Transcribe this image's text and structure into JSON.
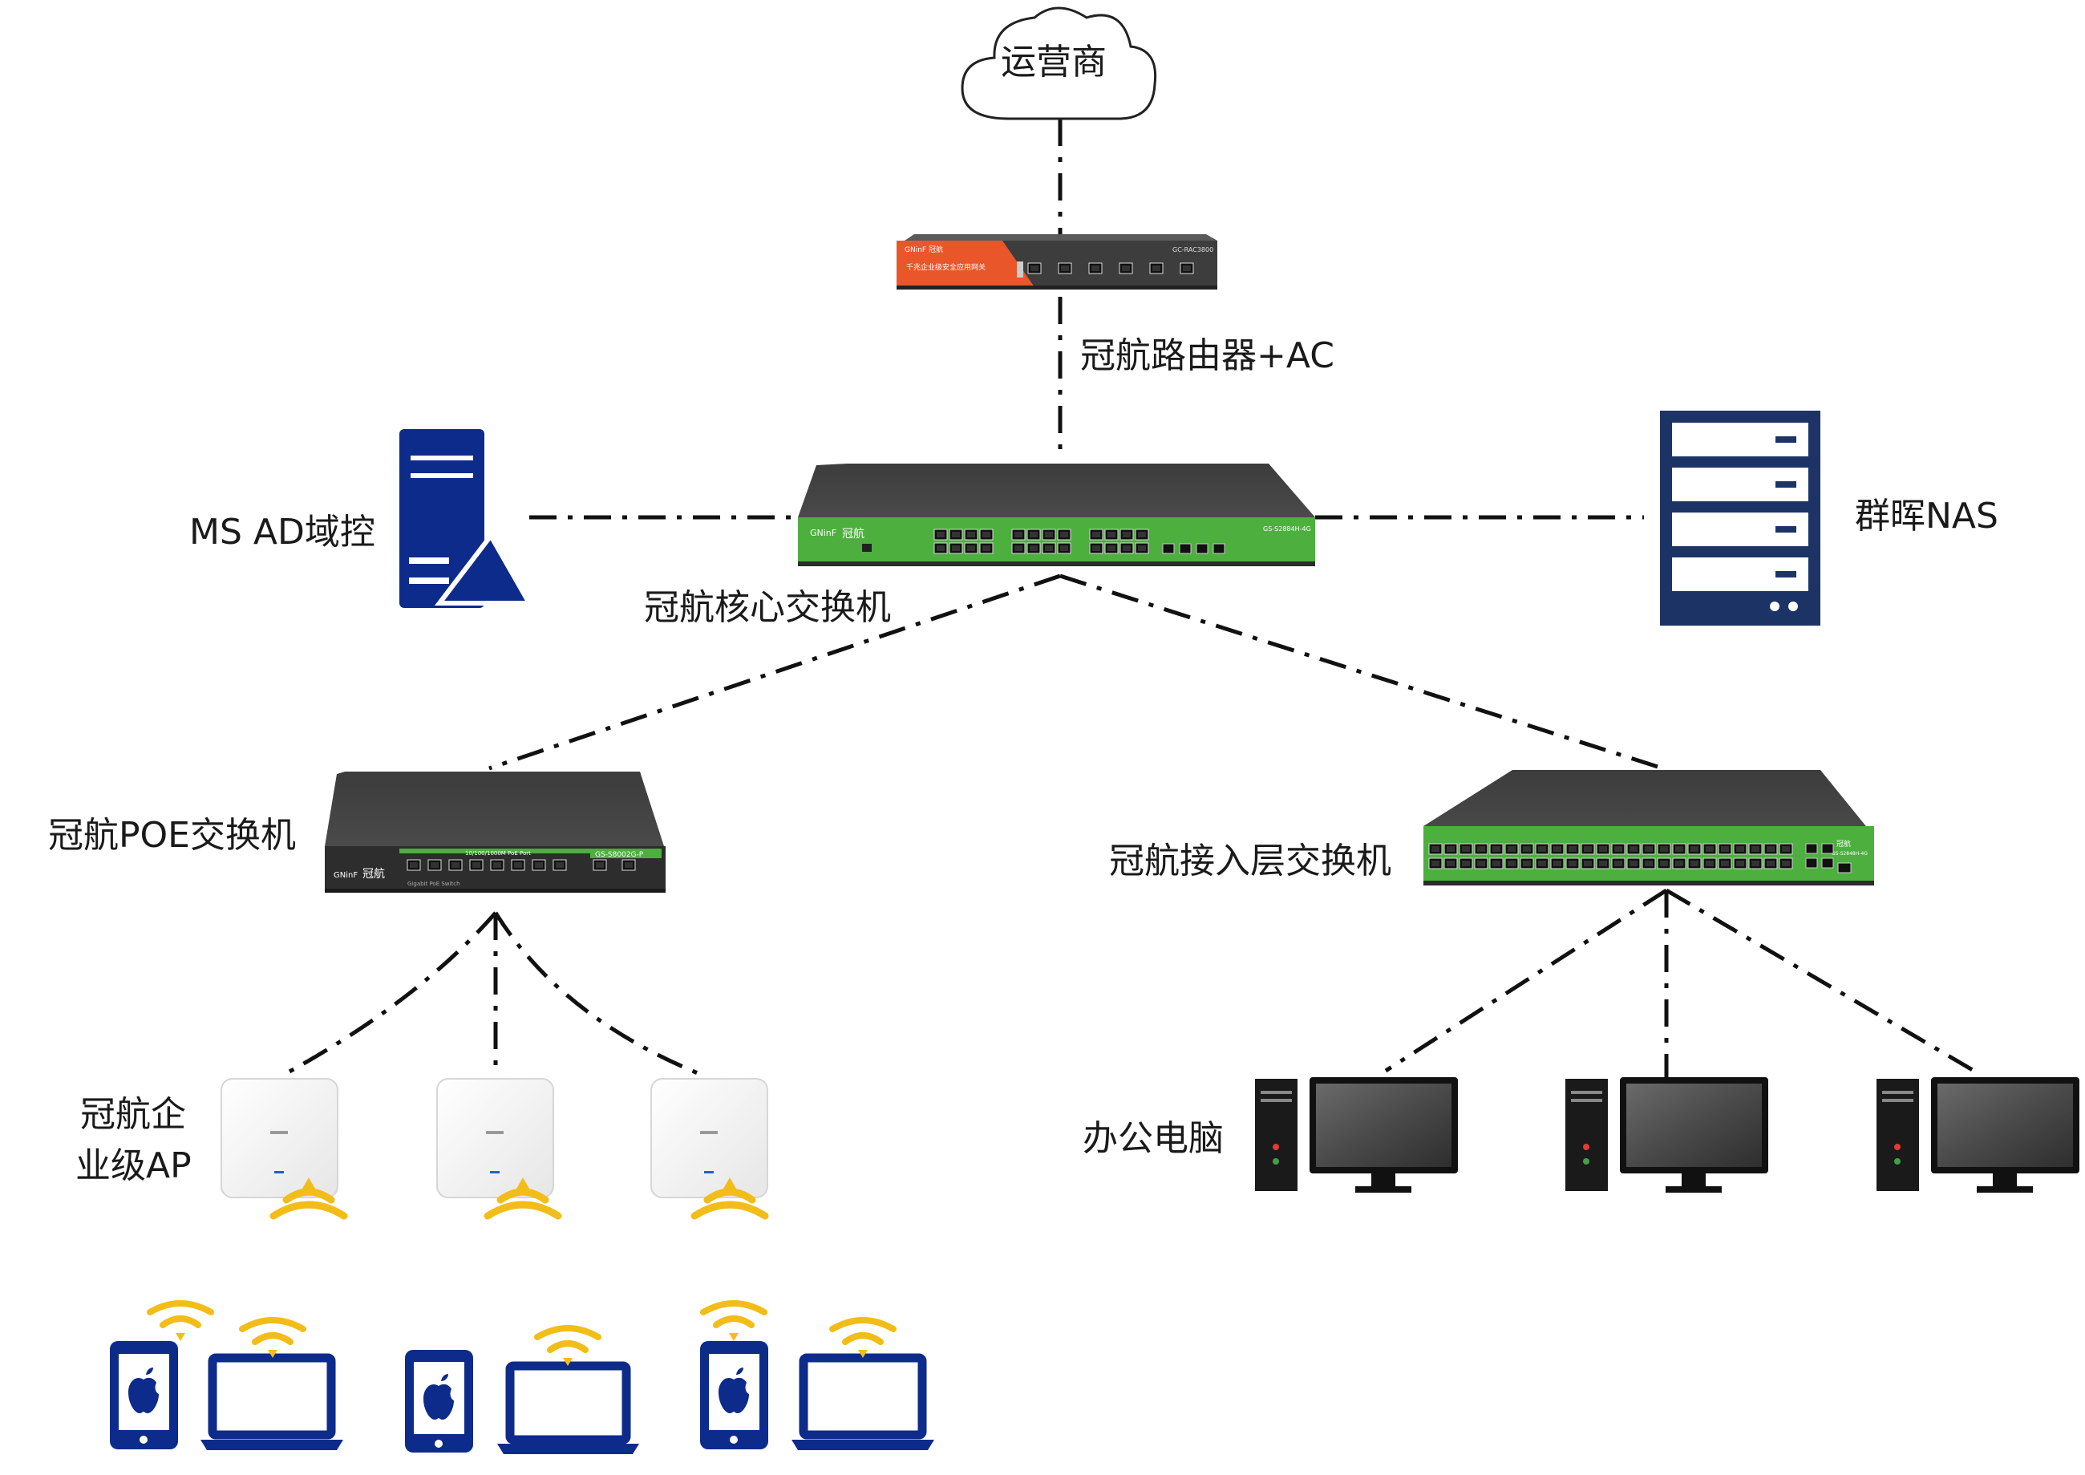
{
  "labels": {
    "isp": "运营商",
    "router": "冠航路由器+AC",
    "ad": "MS AD域控",
    "nas": "群晖NAS",
    "core": "冠航核心交换机",
    "poe": "冠航POE交换机",
    "access": "冠航接入层交换机",
    "ap_line1": "冠航企",
    "ap_line2": "业级AP",
    "pc": "办公电脑"
  },
  "device_text": {
    "router_brand": "GNinF 冠航",
    "router_model": "GC-RAC3800",
    "router_desc": "千兆企业级安全应用网关",
    "core_brand": "冠航",
    "core_model": "GS-S2884H-4G",
    "poe_brand": "冠航",
    "poe_model": "GS-S8002G-P",
    "poe_ports": "10/100/1000M PoE Port",
    "poe_sub": "Gigabit PoE Switch",
    "access_brand": "冠航",
    "access_model": "GS-S2848H-4G"
  },
  "colors": {
    "link": "#111111",
    "server_blue": "#0d2b8a",
    "nas_navy": "#1c3366",
    "wifi_yellow": "#f2bd18",
    "switch_green": "#4caf3e",
    "router_orange": "#e8562a"
  }
}
